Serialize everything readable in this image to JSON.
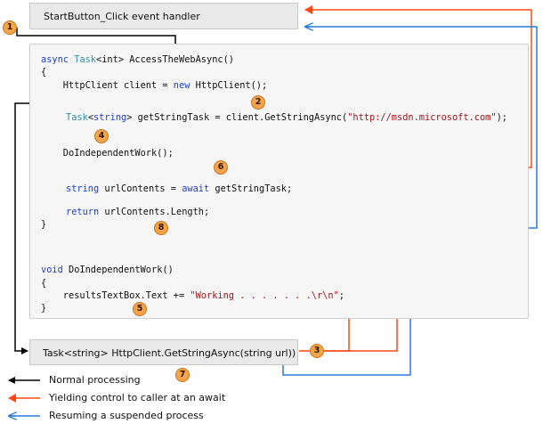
{
  "top_box": {
    "label": "StartButton_Click event handler"
  },
  "bottom_box": {
    "label": "Task<string> HttpClient.GetStringAsync(string url))"
  },
  "code": {
    "l1_kw": "async ",
    "l1_type": "Task",
    "l1_rest": "<int> AccessTheWebAsync()",
    "l2": "{",
    "l3_pre": "    HttpClient client = ",
    "l3_kw": "new",
    "l3_post": " HttpClient();",
    "l4_type": "Task",
    "l4_angle_open": "<",
    "l4_kw": "string",
    "l4_rest": "> getStringTask = client.GetStringAsync(",
    "l4_str": "\"http://msdn.microsoft.com\"",
    "l4_end": ");",
    "l5": "    DoIndependentWork();",
    "l6_kw": "string",
    "l6_mid": " urlContents = ",
    "l6_await": "await",
    "l6_end": " getStringTask;",
    "l7_kw": "return",
    "l7_rest": " urlContents.Length;",
    "l8": "}",
    "l9_kw": "void",
    "l9_rest": " DoIndependentWork()",
    "l10": "{",
    "l11_pre": "    resultsTextBox.Text += ",
    "l11_str": "\"Working . . . . . . .\\r\\n\"",
    "l11_end": ";",
    "l12": "}"
  },
  "badges": [
    "1",
    "2",
    "3",
    "4",
    "5",
    "6",
    "7",
    "8"
  ],
  "legend": [
    {
      "label": "Normal processing",
      "color": "#000000"
    },
    {
      "label": "Yielding control to caller at an await",
      "color": "#ff4a16"
    },
    {
      "label": "Resuming a suspended process",
      "color": "#2a7ad8"
    }
  ]
}
